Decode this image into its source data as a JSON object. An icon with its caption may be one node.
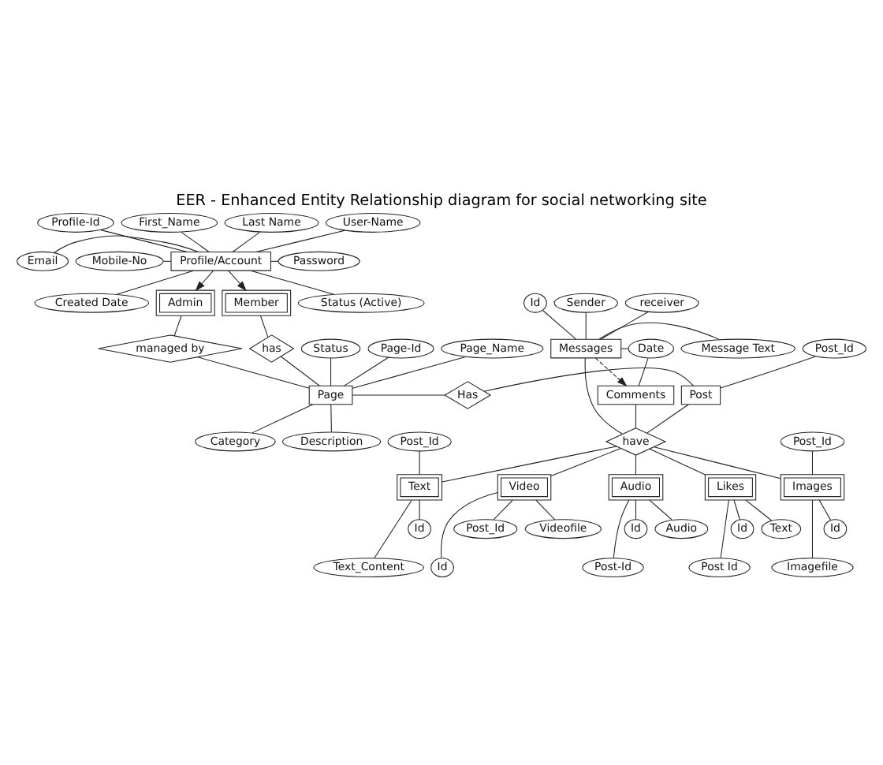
{
  "diagram": {
    "title": "EER - Enhanced Entity Relationship diagram for social networking site",
    "nodes": [
      {
        "text": [
          "Profile-Id"
        ]
      },
      {
        "text": [
          "First_Name"
        ]
      },
      {
        "text": [
          "Last Name"
        ]
      },
      {
        "text": [
          "User-Name"
        ]
      },
      {
        "text": [
          "Email"
        ]
      },
      {
        "text": [
          "Profile/Account"
        ]
      },
      {
        "text": [
          "Password"
        ]
      },
      {
        "text": [
          "Mobile-No"
        ]
      },
      {
        "text": [
          "Status (Active)"
        ]
      },
      {
        "text": [
          "Created Date"
        ]
      },
      {
        "text": [
          "Admin"
        ]
      },
      {
        "text": [
          "Member"
        ]
      },
      {
        "text": [
          "Id"
        ]
      },
      {
        "text": [
          "Sender"
        ]
      },
      {
        "text": [
          "Status"
        ]
      },
      {
        "text": [
          "receiver"
        ]
      },
      {
        "text": [
          "managed by"
        ]
      },
      {
        "text": [
          "has"
        ]
      },
      {
        "text": [
          "Page-Id"
        ]
      },
      {
        "text": [
          "Post_Id"
        ]
      },
      {
        "text": [
          "Messages"
        ]
      },
      {
        "text": [
          "Message Text"
        ]
      },
      {
        "text": [
          "Page_Name"
        ]
      },
      {
        "text": [
          "Page"
        ]
      },
      {
        "text": [
          "Has"
        ]
      },
      {
        "text": [
          "Post"
        ]
      },
      {
        "text": [
          "Date"
        ]
      },
      {
        "text": [
          "Comments"
        ]
      },
      {
        "text": [
          "Description"
        ]
      },
      {
        "text": [
          "have"
        ]
      },
      {
        "text": [
          "Post_Id"
        ]
      },
      {
        "text": [
          "Category"
        ]
      },
      {
        "text": [
          "Post_Id"
        ]
      },
      {
        "text": [
          "Text"
        ]
      },
      {
        "text": [
          "Video"
        ]
      },
      {
        "text": [
          "Audio"
        ]
      },
      {
        "text": [
          "Likes"
        ]
      },
      {
        "text": [
          "Images"
        ]
      },
      {
        "text": [
          "Id"
        ]
      },
      {
        "text": [
          "Post_Id"
        ]
      },
      {
        "text": [
          "Id"
        ]
      },
      {
        "text": [
          "Audio"
        ]
      },
      {
        "text": [
          "Id"
        ]
      },
      {
        "text": [
          "Text"
        ]
      },
      {
        "text": [
          "Id"
        ]
      },
      {
        "text": [
          "Videofile"
        ]
      },
      {
        "text": [
          "Text_Content"
        ]
      },
      {
        "text": [
          "Post-Id"
        ]
      },
      {
        "text": [
          "Post Id"
        ]
      },
      {
        "text": [
          "Id"
        ]
      },
      {
        "text": [
          "Imagefile"
        ]
      }
    ],
    "edges": [
      {
        "from": 0,
        "to": 5,
        "arrow": "none"
      },
      {
        "from": 1,
        "to": 5,
        "arrow": "none"
      },
      {
        "from": 2,
        "to": 5,
        "arrow": "none"
      },
      {
        "from": 3,
        "to": 5,
        "arrow": "none"
      },
      {
        "from": 4,
        "to": 5,
        "arrow": "none"
      },
      {
        "from": 5,
        "to": 6,
        "arrow": "none"
      },
      {
        "from": 7,
        "to": 5,
        "arrow": "none"
      },
      {
        "from": 5,
        "to": 9,
        "arrow": "none"
      },
      {
        "from": 5,
        "to": 10,
        "arrow": "to"
      },
      {
        "from": 5,
        "to": 11,
        "arrow": "to"
      },
      {
        "from": 5,
        "to": 8,
        "arrow": "none"
      },
      {
        "from": 10,
        "to": 16,
        "arrow": "none"
      },
      {
        "from": 16,
        "to": 23,
        "arrow": "none"
      },
      {
        "from": 11,
        "to": 17,
        "arrow": "none"
      },
      {
        "from": 17,
        "to": 23,
        "arrow": "none"
      },
      {
        "from": 14,
        "to": 23,
        "arrow": "none"
      },
      {
        "from": 18,
        "to": 23,
        "arrow": "none"
      },
      {
        "from": 22,
        "to": 23,
        "arrow": "none"
      },
      {
        "from": 23,
        "to": 28,
        "arrow": "none"
      },
      {
        "from": 23,
        "to": 31,
        "arrow": "none"
      },
      {
        "from": 23,
        "to": 24,
        "arrow": "none"
      },
      {
        "from": 24,
        "to": 25,
        "arrow": "none"
      },
      {
        "from": 19,
        "to": 25,
        "arrow": "none"
      },
      {
        "from": 12,
        "to": 20,
        "arrow": "none"
      },
      {
        "from": 13,
        "to": 20,
        "arrow": "none"
      },
      {
        "from": 15,
        "to": 20,
        "arrow": "none"
      },
      {
        "from": 20,
        "to": 21,
        "arrow": "none"
      },
      {
        "from": 20,
        "to": 26,
        "arrow": "none"
      },
      {
        "from": 26,
        "to": 27,
        "arrow": "none"
      },
      {
        "from": 20,
        "to": 27,
        "arrow": "to",
        "style": "dashed"
      },
      {
        "from": 25,
        "to": 29,
        "arrow": "none"
      },
      {
        "from": 20,
        "to": 29,
        "arrow": "none"
      },
      {
        "from": 27,
        "to": 29,
        "arrow": "none"
      },
      {
        "from": 29,
        "to": 33,
        "arrow": "none"
      },
      {
        "from": 29,
        "to": 34,
        "arrow": "none"
      },
      {
        "from": 29,
        "to": 35,
        "arrow": "none"
      },
      {
        "from": 29,
        "to": 36,
        "arrow": "none"
      },
      {
        "from": 29,
        "to": 37,
        "arrow": "none"
      },
      {
        "from": 30,
        "to": 37,
        "arrow": "none"
      },
      {
        "from": 32,
        "to": 33,
        "arrow": "none"
      },
      {
        "from": 33,
        "to": 38,
        "arrow": "none"
      },
      {
        "from": 33,
        "to": 46,
        "arrow": "none"
      },
      {
        "from": 34,
        "to": 39,
        "arrow": "none"
      },
      {
        "from": 34,
        "to": 49,
        "arrow": "none"
      },
      {
        "from": 34,
        "to": 45,
        "arrow": "none"
      },
      {
        "from": 35,
        "to": 40,
        "arrow": "none"
      },
      {
        "from": 35,
        "to": 41,
        "arrow": "none"
      },
      {
        "from": 35,
        "to": 47,
        "arrow": "none"
      },
      {
        "from": 36,
        "to": 42,
        "arrow": "none"
      },
      {
        "from": 36,
        "to": 48,
        "arrow": "none"
      },
      {
        "from": 36,
        "to": 43,
        "arrow": "none"
      },
      {
        "from": 37,
        "to": 44,
        "arrow": "none"
      },
      {
        "from": 37,
        "to": 50,
        "arrow": "none"
      }
    ]
  }
}
